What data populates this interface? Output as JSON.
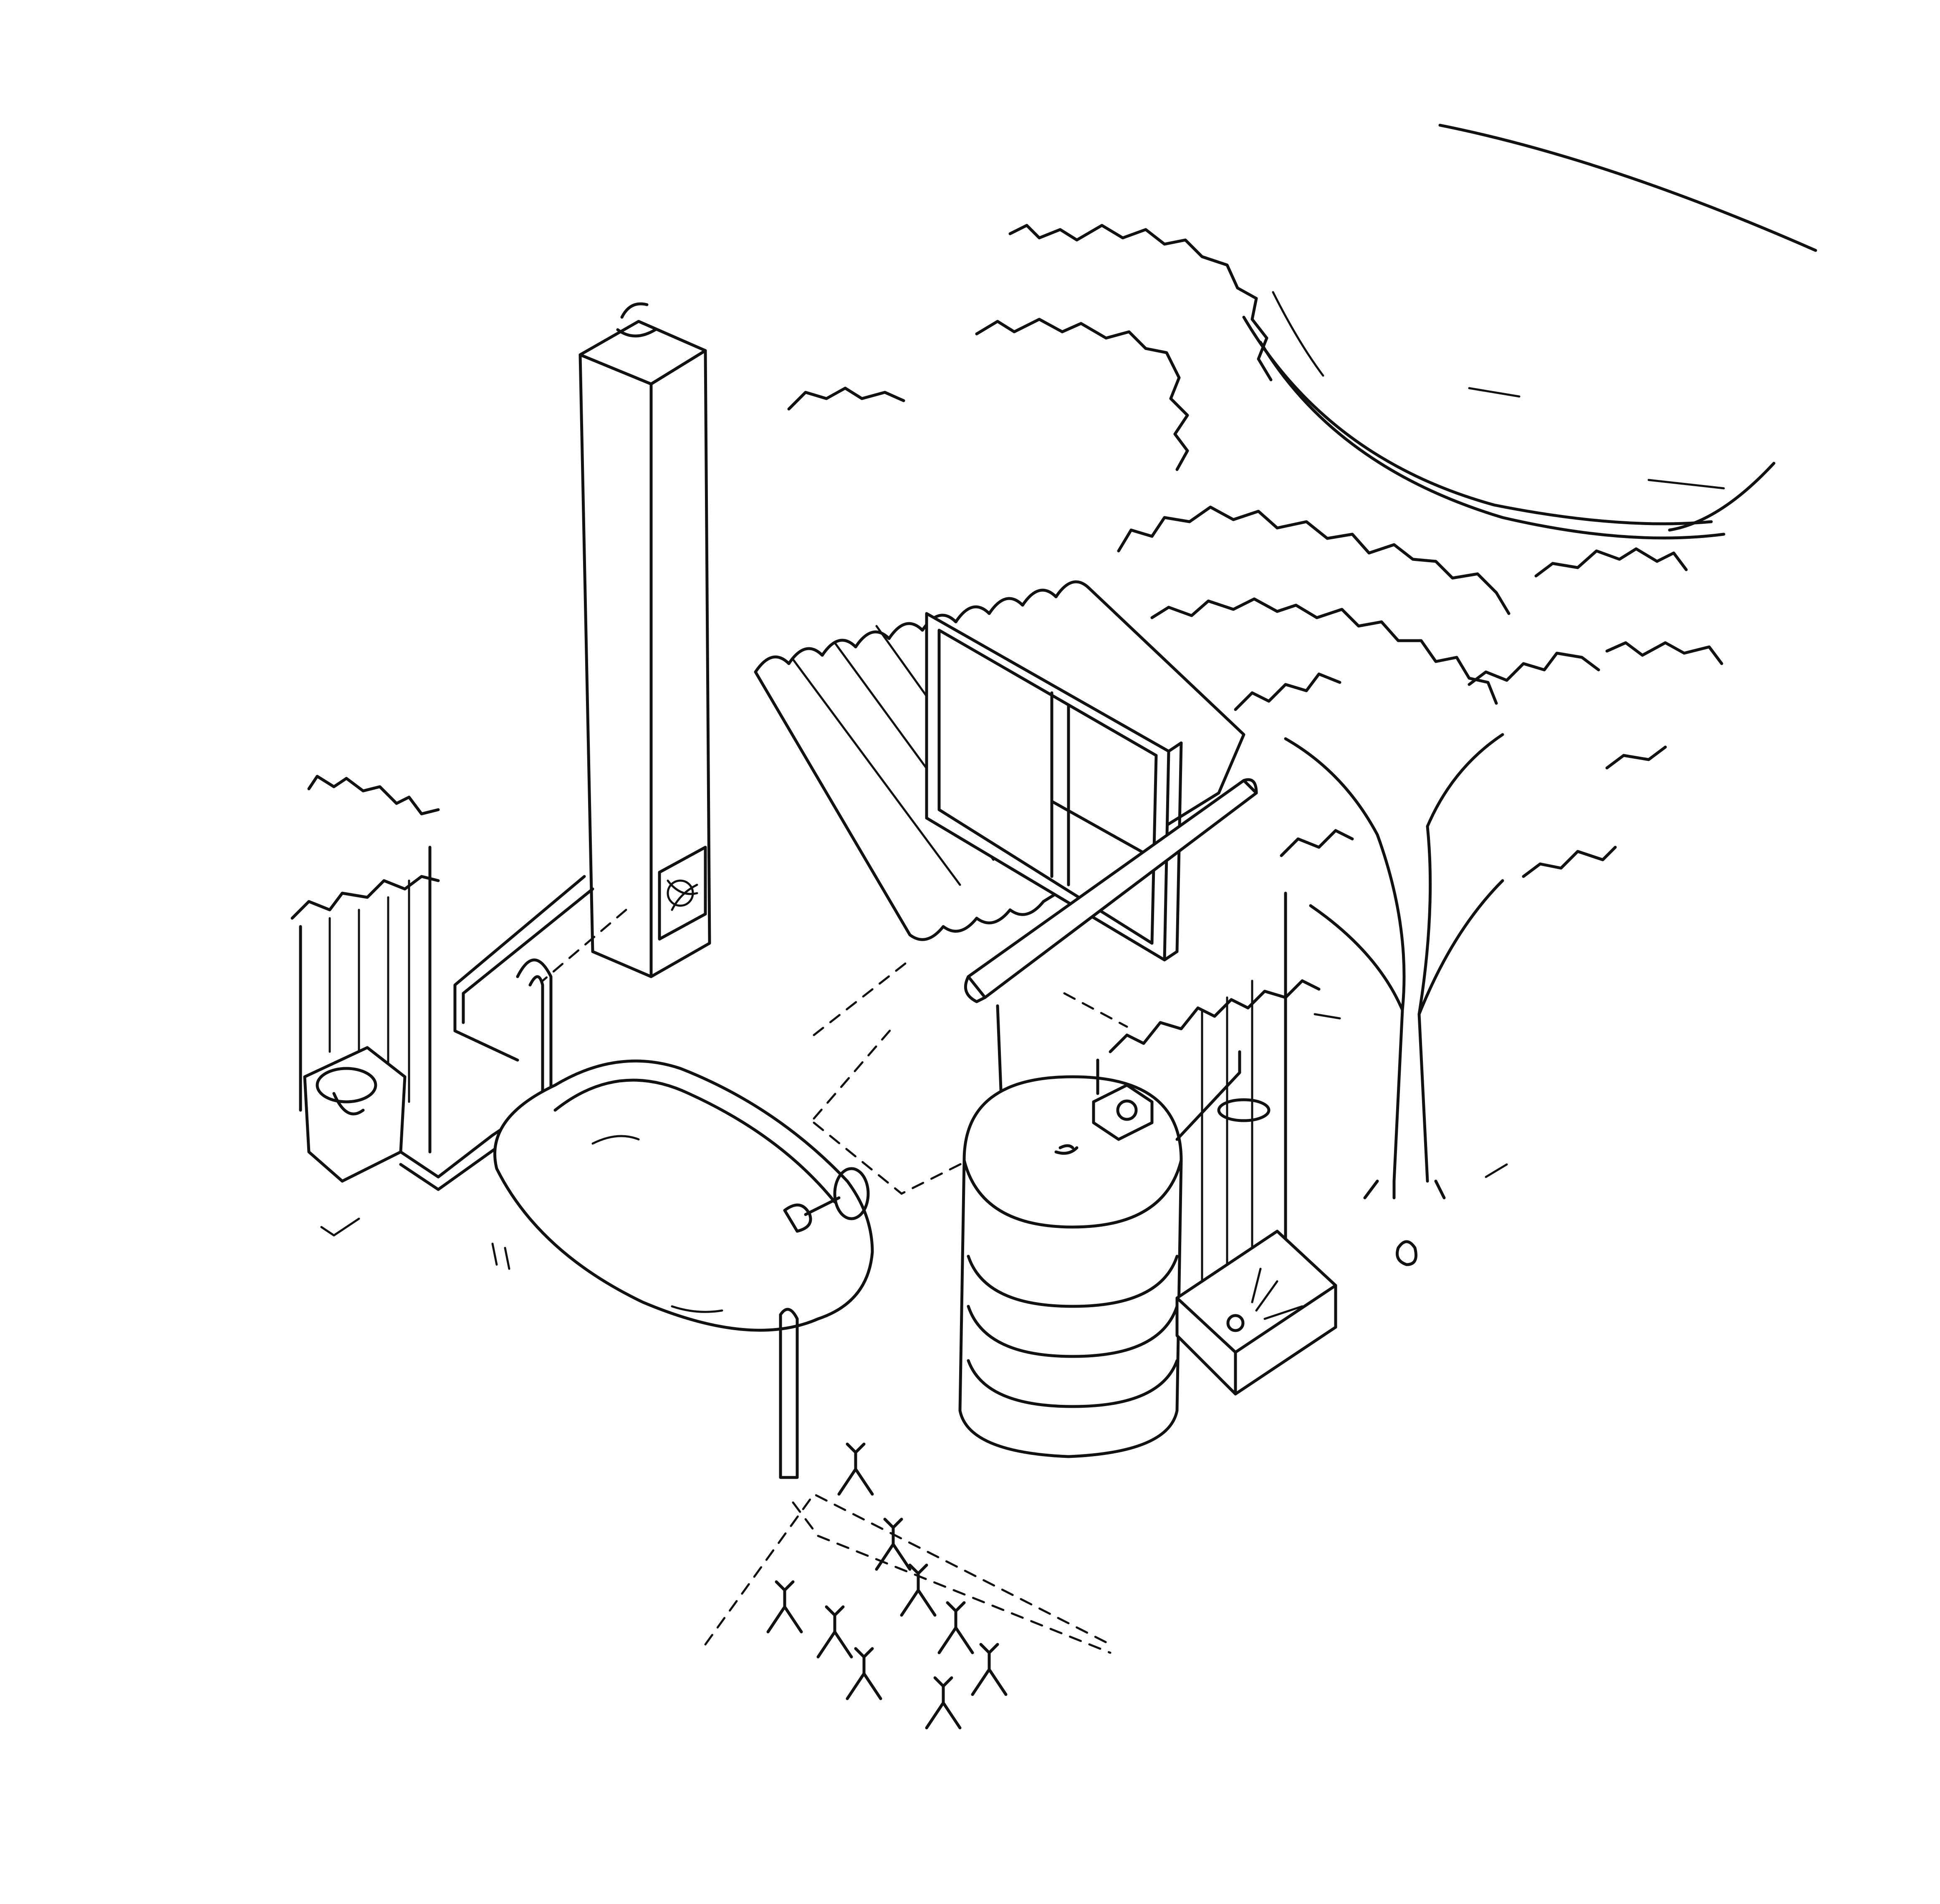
{
  "illustration": {
    "style": "black ink line drawing on white",
    "ink_color": "#111111",
    "background_color": "#ffffff",
    "elements": [
      "ventilation-pipe",
      "corrugated-roof",
      "solar-panel",
      "rain-gutter",
      "wall-left",
      "wall-right",
      "toilet-pan",
      "biogas-digester",
      "water-tank",
      "shower-tray",
      "tree",
      "garden-bed",
      "seedlings"
    ]
  }
}
